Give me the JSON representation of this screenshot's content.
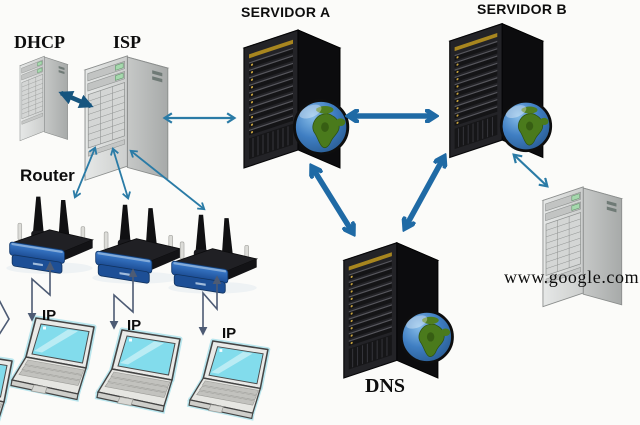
{
  "labels": {
    "dhcp": "DHCP",
    "isp": "ISP",
    "server_a": "SERVIDOR A",
    "server_b": "SERVIDOR B",
    "dns": "DNS",
    "website": "www.google.com",
    "router": "Router",
    "ip_1": "IP",
    "ip_2": "IP",
    "ip_3": "IP"
  },
  "nodes": [
    {
      "id": "dhcp",
      "label": "DHCP",
      "type": "small-gray-tower-server"
    },
    {
      "id": "isp",
      "label": "ISP",
      "type": "gray-tower-server"
    },
    {
      "id": "server-a",
      "label": "SERVIDOR A",
      "type": "black-rack-server-with-globe"
    },
    {
      "id": "server-b",
      "label": "SERVIDOR B",
      "type": "black-rack-server-with-globe"
    },
    {
      "id": "dns",
      "label": "DNS",
      "type": "black-rack-server-with-globe"
    },
    {
      "id": "google",
      "label": "www.google.com",
      "type": "gray-tower-server"
    },
    {
      "id": "router-1",
      "label": "Router",
      "type": "wireless-router"
    },
    {
      "id": "router-2",
      "label": "",
      "type": "wireless-router"
    },
    {
      "id": "router-3",
      "label": "",
      "type": "wireless-router"
    },
    {
      "id": "laptop-1",
      "label": "IP",
      "type": "laptop"
    },
    {
      "id": "laptop-2",
      "label": "IP",
      "type": "laptop"
    },
    {
      "id": "laptop-3",
      "label": "IP",
      "type": "laptop"
    }
  ],
  "connections": [
    {
      "from": "DHCP",
      "to": "ISP",
      "style": "thick-solid-double-arrow",
      "bidirectional": true
    },
    {
      "from": "ISP",
      "to": "SERVIDOR A",
      "style": "thin-double-arrow",
      "bidirectional": true
    },
    {
      "from": "SERVIDOR A",
      "to": "SERVIDOR B",
      "style": "thick-open-double-arrow",
      "bidirectional": true
    },
    {
      "from": "SERVIDOR A",
      "to": "DNS",
      "style": "thick-open-double-arrow",
      "bidirectional": true
    },
    {
      "from": "SERVIDOR B",
      "to": "DNS",
      "style": "thick-open-double-arrow",
      "bidirectional": true
    },
    {
      "from": "SERVIDOR B",
      "to": "www.google.com",
      "style": "thin-double-arrow",
      "bidirectional": true
    },
    {
      "from": "ISP",
      "to": "Router 1",
      "style": "thin-double-arrow",
      "bidirectional": true
    },
    {
      "from": "ISP",
      "to": "Router 2",
      "style": "thin-double-arrow",
      "bidirectional": true
    },
    {
      "from": "ISP",
      "to": "Router 3",
      "style": "thin-double-arrow",
      "bidirectional": true
    },
    {
      "from": "Router 1",
      "to": "IP laptop 1",
      "style": "zigzag-double-arrow",
      "bidirectional": true
    },
    {
      "from": "Router 2",
      "to": "IP laptop 2",
      "style": "zigzag-double-arrow",
      "bidirectional": true
    },
    {
      "from": "Router 3",
      "to": "IP laptop 3",
      "style": "zigzag-double-arrow",
      "bidirectional": true
    }
  ],
  "colors": {
    "arrow_thick": "#1f6aa5",
    "arrow_thin": "#2a7ba6",
    "arrow_solid": "#16557f",
    "device_link": "#4d5b74",
    "router_blue": "#2f6fc0",
    "laptop_screen": "#82dcec",
    "background": "#fbfbf9"
  }
}
